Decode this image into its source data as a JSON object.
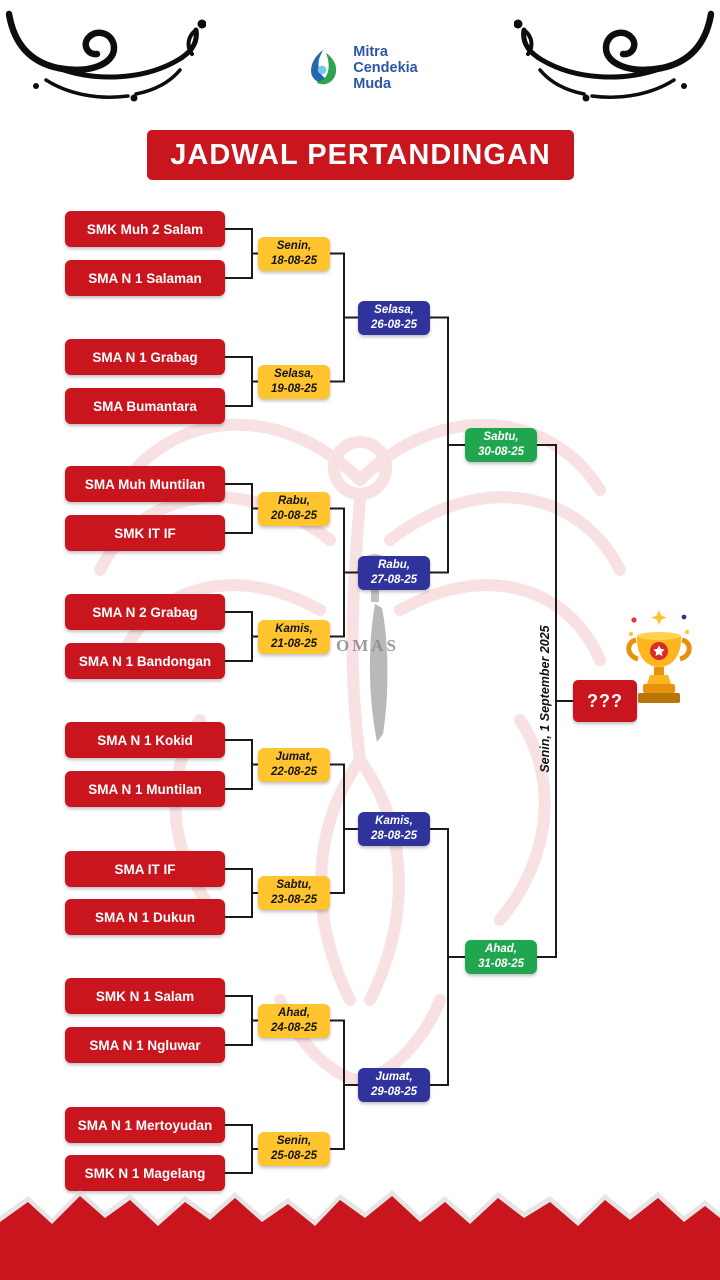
{
  "logo": {
    "line1": "Mitra",
    "line2": "Cendekia",
    "line3": "Muda"
  },
  "title": "JADWAL PERTANDINGAN",
  "watermark_text": "OMAS",
  "round1_matches": [
    {
      "team_a": "SMK Muh 2 Salam",
      "team_b": "SMA N 1 Salaman",
      "day": "Senin,",
      "date": "18-08-25"
    },
    {
      "team_a": "SMA N 1 Grabag",
      "team_b": "SMA Bumantara",
      "day": "Selasa,",
      "date": "19-08-25"
    },
    {
      "team_a": "SMA Muh Muntilan",
      "team_b": "SMK IT IF",
      "day": "Rabu,",
      "date": "20-08-25"
    },
    {
      "team_a": "SMA N 2 Grabag",
      "team_b": "SMA N 1 Bandongan",
      "day": "Kamis,",
      "date": "21-08-25"
    },
    {
      "team_a": "SMA N 1 Kokid",
      "team_b": "SMA N 1 Muntilan",
      "day": "Jumat,",
      "date": "22-08-25"
    },
    {
      "team_a": "SMA IT IF",
      "team_b": "SMA N 1 Dukun",
      "day": "Sabtu,",
      "date": "23-08-25"
    },
    {
      "team_a": "SMK N 1 Salam",
      "team_b": "SMA N 1 Ngluwar",
      "day": "Ahad,",
      "date": "24-08-25"
    },
    {
      "team_a": "SMA N 1 Mertoyudan",
      "team_b": "SMK N 1 Magelang",
      "day": "Senin,",
      "date": "25-08-25"
    }
  ],
  "round2": [
    {
      "day": "Selasa,",
      "date": "26-08-25"
    },
    {
      "day": "Rabu,",
      "date": "27-08-25"
    },
    {
      "day": "Kamis,",
      "date": "28-08-25"
    },
    {
      "day": "Jumat,",
      "date": "29-08-25"
    }
  ],
  "semifinals": [
    {
      "day": "Sabtu,",
      "date": "30-08-25"
    },
    {
      "day": "Ahad,",
      "date": "31-08-25"
    }
  ],
  "final": {
    "label": "Senin, 1 September 2025"
  },
  "champion": {
    "label": "???"
  },
  "colors": {
    "red": "#C8151E",
    "yellow": "#FFC42E",
    "blue": "#30339B",
    "green": "#1FA64F",
    "ink": "#1b1b1b"
  }
}
